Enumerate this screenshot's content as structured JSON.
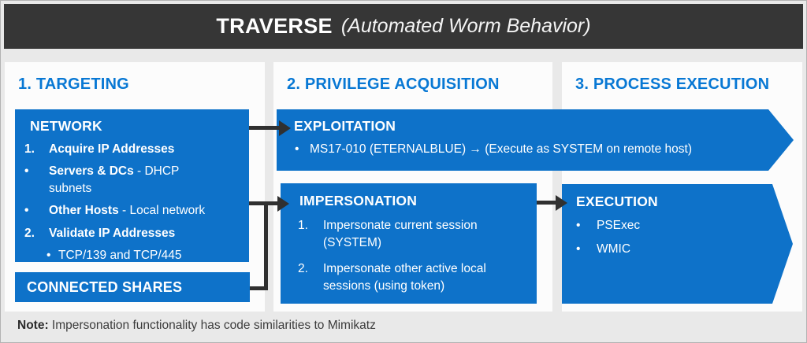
{
  "title": {
    "main": "TRAVERSE",
    "subtitle": "(Automated Worm Behavior)"
  },
  "colors": {
    "accent_blue": "#0e72c9",
    "heading_blue": "#0878d4",
    "titlebar_bg": "#363636",
    "panel_bg": "#fcfcfc",
    "page_bg": "#e9e9e9",
    "connector": "#303030"
  },
  "columns": [
    {
      "heading": "1. TARGETING"
    },
    {
      "heading": "2. PRIVILEGE ACQUISITION"
    },
    {
      "heading": "3. PROCESS EXECUTION"
    }
  ],
  "network": {
    "title": "NETWORK",
    "items": [
      {
        "marker": "1.",
        "bold": "Acquire IP Addresses",
        "rest": ""
      },
      {
        "marker": "•",
        "bold": "Servers & DCs",
        "rest": " - DHCP subnets"
      },
      {
        "marker": "•",
        "bold": "Other Hosts",
        "rest": " - Local network"
      },
      {
        "marker": "2.",
        "bold": "Validate IP Addresses",
        "rest": ""
      },
      {
        "marker": "•",
        "bold": "",
        "rest": "TCP/139 and TCP/445"
      }
    ]
  },
  "connected_shares": {
    "title": "CONNECTED SHARES"
  },
  "exploitation": {
    "title": "EXPLOITATION",
    "items": [
      {
        "marker": "•",
        "text": "MS17-010 (ETERNALBLUE) → (Execute as SYSTEM on remote host)"
      }
    ]
  },
  "impersonation": {
    "title": "IMPERSONATION",
    "items": [
      {
        "marker": "1.",
        "text": "Impersonate current session (SYSTEM)"
      },
      {
        "marker": "2.",
        "text": "Impersonate other active local sessions (using token)"
      }
    ]
  },
  "execution": {
    "title": "EXECUTION",
    "items": [
      {
        "marker": "•",
        "text": "PSExec"
      },
      {
        "marker": "•",
        "text": "WMIC"
      }
    ]
  },
  "note": {
    "label": "Note:",
    "text": " Impersonation functionality has code similarities to Mimikatz"
  }
}
